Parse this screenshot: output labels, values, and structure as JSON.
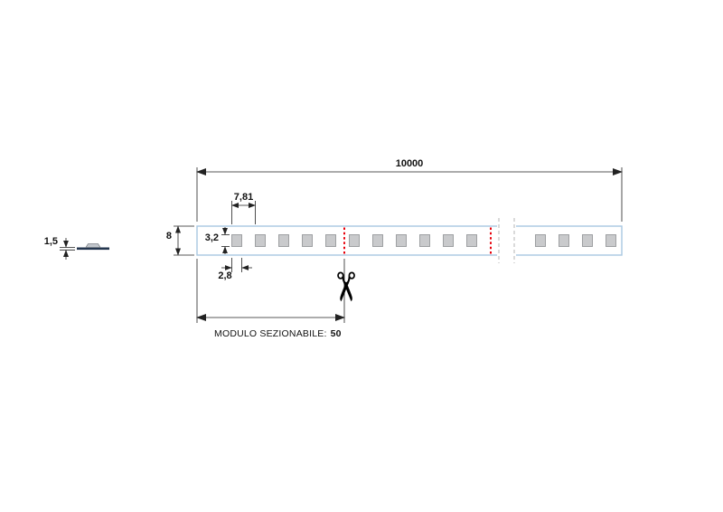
{
  "diagram": {
    "type": "technical-drawing",
    "subject": "LED strip dimensional drawing",
    "dimensions": {
      "total_length": "10000",
      "led_pitch": "7,81",
      "strip_width": "8",
      "led_height": "3,2",
      "led_width": "2,8",
      "tape_thickness": "1,5"
    },
    "module_note": {
      "label": "MODULO SEZIONABILE:",
      "value": "50"
    },
    "icons": {
      "scissors": "✂"
    },
    "colors": {
      "strip_outline": "#a9c7e1",
      "led_fill": "#c9cacc",
      "cut_line": "#e8000b",
      "dimension_line": "#222222",
      "tape_profile": "#24364f"
    }
  }
}
